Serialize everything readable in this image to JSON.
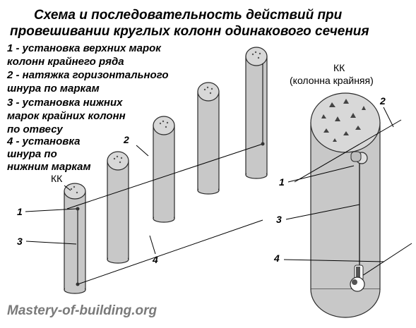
{
  "title": {
    "line1": "Схема и последовательность действий при",
    "line2": "провешивании круглых колонн одинакового сечения"
  },
  "legend": {
    "item1_line1": "1 - установка верхних марок",
    "item1_line2": "колонн крайнего ряда",
    "item2_line1": "2 - натяжка горизонтального",
    "item2_line2": "шнура по маркам",
    "item3_line1": "3 - установка нижних",
    "item3_line2": "марок крайних колонн",
    "item3_line3": "по отвесу",
    "item4_line1": "4 - установка",
    "item4_line2": "шнура по",
    "item4_line3": "нижним маркам"
  },
  "left_view": {
    "kk_label": "КК",
    "callout_1": "1",
    "callout_2": "2",
    "callout_3": "3",
    "callout_4": "4"
  },
  "right_view": {
    "kk_label": "КК",
    "kk_caption": "(колонна крайняя)",
    "callout_1": "1",
    "callout_2": "2",
    "callout_3": "3",
    "callout_4": "4"
  },
  "watermark": "Mastery-of-building.org",
  "colors": {
    "column_fill": "#c8c8c8",
    "column_stroke": "#2a2a2a",
    "top_fill": "#d8d8d8",
    "line": "#000000",
    "watermark": "#7a7a7a"
  }
}
